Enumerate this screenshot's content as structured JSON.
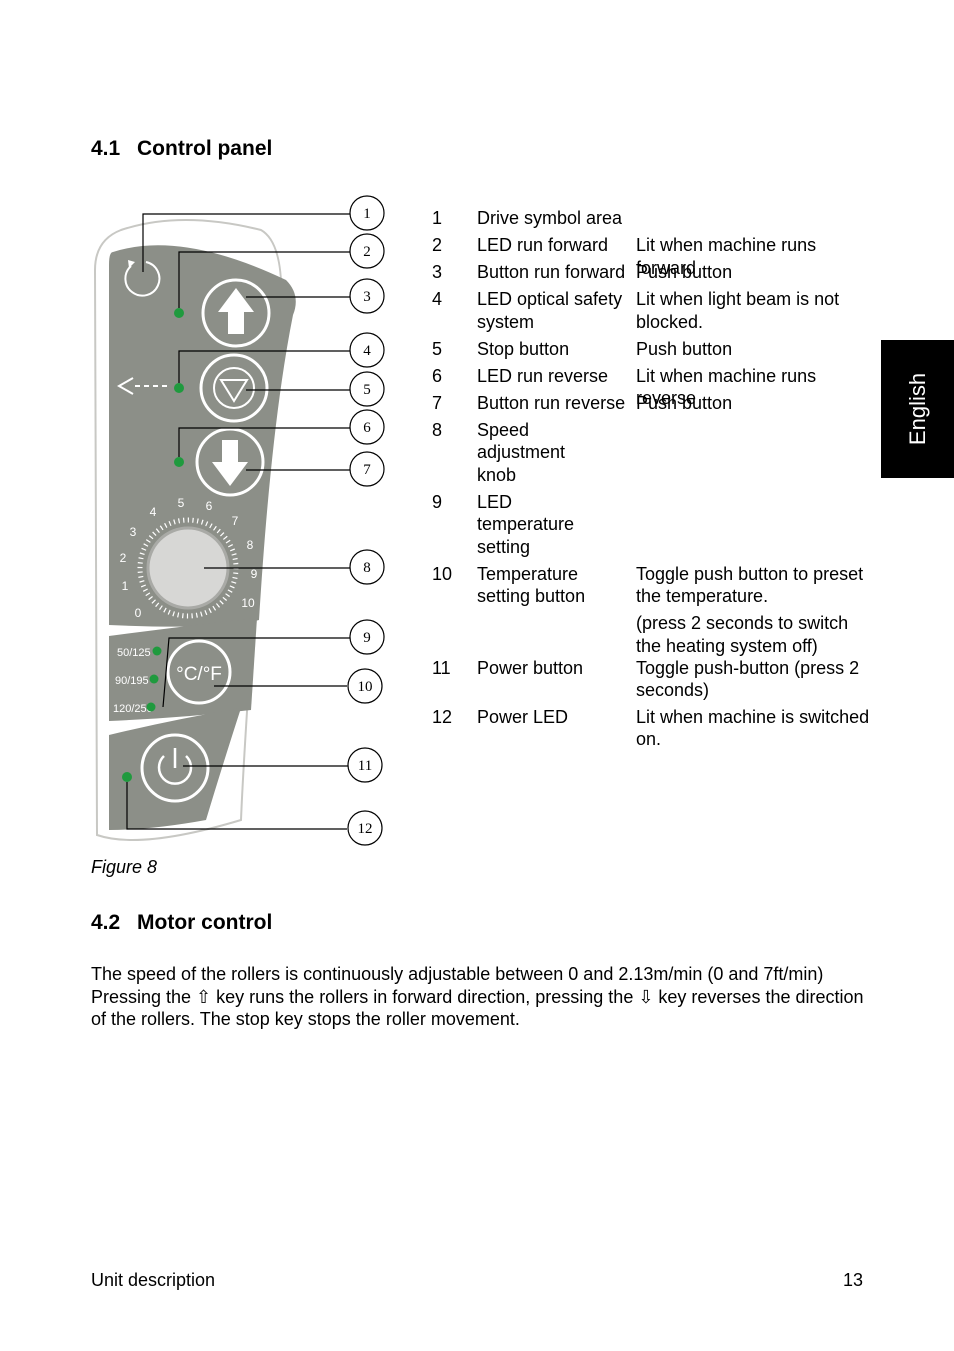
{
  "section1": {
    "number": "4.1",
    "title": "Control panel"
  },
  "lang_tab": "English",
  "figure": {
    "caption": "Figure 8",
    "callouts": [
      "1",
      "2",
      "3",
      "4",
      "5",
      "6",
      "7",
      "8",
      "9",
      "10",
      "11",
      "12"
    ],
    "dial_ticks": [
      "0",
      "1",
      "2",
      "3",
      "4",
      "5",
      "6",
      "7",
      "8",
      "9",
      "10"
    ],
    "temps": [
      "50/125",
      "90/195",
      "120/250"
    ],
    "temp_button_label": "°C/°F",
    "colors": {
      "panel": "#8c8f88",
      "panel_outline": "#c8c8c4",
      "led": "#1f9a3e",
      "button_ring": "#ffffff"
    }
  },
  "legend": [
    {
      "num": "1",
      "name": "Drive symbol area",
      "desc": ""
    },
    {
      "num": "2",
      "name": "LED run forward",
      "desc": "Lit when machine runs forward"
    },
    {
      "num": "3",
      "name": "Button run forward",
      "desc": "Push button"
    },
    {
      "num": "4",
      "name": "LED optical safety system",
      "desc": "Lit when light beam is not blocked."
    },
    {
      "num": "5",
      "name": "Stop button",
      "desc": "Push button"
    },
    {
      "num": "6",
      "name": "LED run reverse",
      "desc": "Lit when machine runs reverse"
    },
    {
      "num": "7",
      "name": "Button run reverse",
      "desc": "Push button"
    },
    {
      "num": "8",
      "name": "Speed adjustment knob",
      "desc": ""
    },
    {
      "num": "9",
      "name": "LED temperature setting",
      "desc": ""
    },
    {
      "num": "10",
      "name": "Temperature setting button",
      "desc": "Toggle push button to preset the temperature.",
      "desc2": "(press 2 seconds to switch the heating system off)"
    },
    {
      "num": "11",
      "name": "Power button",
      "desc": "Toggle push-button (press 2 seconds)"
    },
    {
      "num": "12",
      "name": "Power LED",
      "desc": "Lit when machine is switched on."
    }
  ],
  "section2": {
    "number": "4.2",
    "title": "Motor control"
  },
  "paragraph": "The speed of the rollers is continuously adjustable between 0 and 2.13m/min (0 and 7ft/min) Pressing the ⇧ key runs the rollers in forward direction, pressing the ⇩ key reverses the direction of the rollers. The stop key stops the roller movement.",
  "footer": {
    "left": "Unit description",
    "right": "13"
  }
}
